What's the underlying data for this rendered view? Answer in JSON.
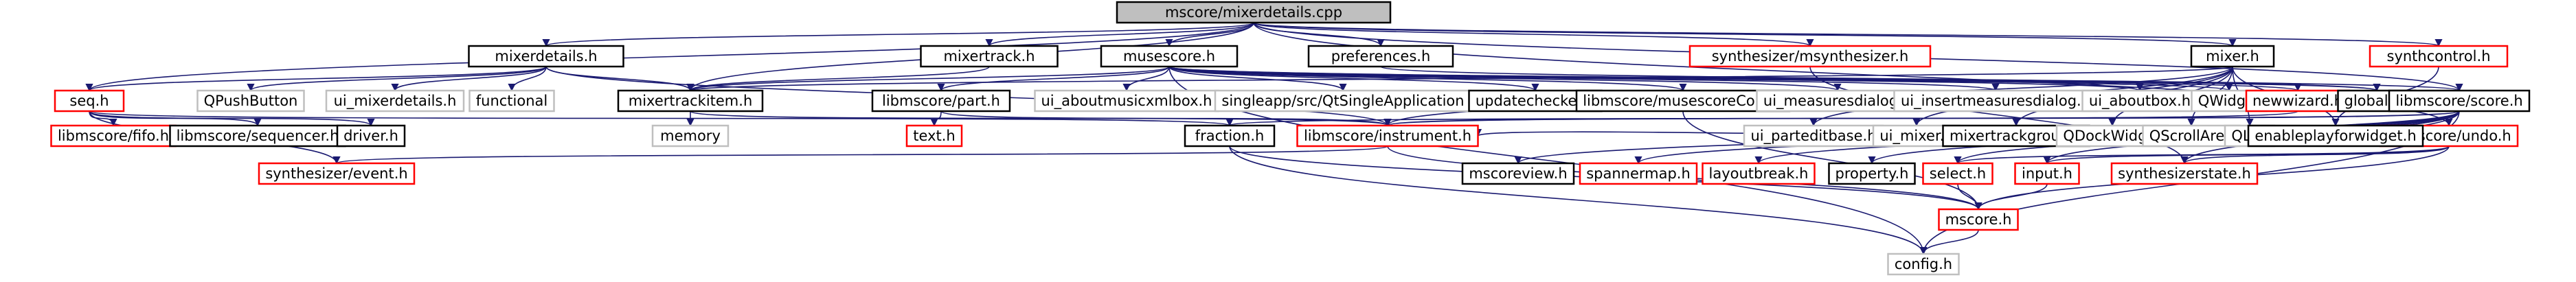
{
  "graph_title": "mscore/mixerdetails.cpp",
  "colors": {
    "root_fill": "#bfbfbf",
    "root_border": "#000000",
    "doc_border": "#000000",
    "undoc_border": "#ff0000",
    "system_border": "#bfbfbf",
    "text": "#000000",
    "edge": "#191970"
  },
  "nodes": [
    {
      "id": "root",
      "label": "mscore/mixerdetails.cpp",
      "kind": "root"
    },
    {
      "id": "mixerdetails_h",
      "label": "mixerdetails.h",
      "kind": "doc"
    },
    {
      "id": "mixertrack_h",
      "label": "mixertrack.h",
      "kind": "doc"
    },
    {
      "id": "musescore_h",
      "label": "musescore.h",
      "kind": "doc"
    },
    {
      "id": "preferences_h",
      "label": "preferences.h",
      "kind": "doc"
    },
    {
      "id": "synth_msynth_h",
      "label": "synthesizer/msynthesizer.h",
      "kind": "undoc"
    },
    {
      "id": "mixer_h",
      "label": "mixer.h",
      "kind": "doc"
    },
    {
      "id": "synthcontrol_h",
      "label": "synthcontrol.h",
      "kind": "undoc"
    },
    {
      "id": "seq_h",
      "label": "seq.h",
      "kind": "undoc"
    },
    {
      "id": "qpushbutton",
      "label": "QPushButton",
      "kind": "system"
    },
    {
      "id": "ui_mixerdetails_h",
      "label": "ui_mixerdetails.h",
      "kind": "system"
    },
    {
      "id": "functional",
      "label": "functional",
      "kind": "system"
    },
    {
      "id": "mixertrackitem_h",
      "label": "mixertrackitem.h",
      "kind": "doc"
    },
    {
      "id": "lib_part_h",
      "label": "libmscore/part.h",
      "kind": "doc"
    },
    {
      "id": "ui_aboutmusicxmlbox_h",
      "label": "ui_aboutmusicxmlbox.h",
      "kind": "system"
    },
    {
      "id": "singleapp",
      "label": "singleapp/src/QtSingleApplication",
      "kind": "system"
    },
    {
      "id": "updatechecker_h",
      "label": "updatechecker.h",
      "kind": "doc"
    },
    {
      "id": "lib_musescorecore_h",
      "label": "libmscore/musescoreCore.h",
      "kind": "doc"
    },
    {
      "id": "ui_measuresdialog_h",
      "label": "ui_measuresdialog.h",
      "kind": "system"
    },
    {
      "id": "ui_insertmeasuresdialog_h",
      "label": "ui_insertmeasuresdialog.h",
      "kind": "system"
    },
    {
      "id": "ui_aboutbox_h",
      "label": "ui_aboutbox.h",
      "kind": "system"
    },
    {
      "id": "qwidget",
      "label": "QWidget",
      "kind": "system"
    },
    {
      "id": "newwizard_h",
      "label": "newwizard.h",
      "kind": "undoc"
    },
    {
      "id": "globals_h",
      "label": "globals.h",
      "kind": "doc"
    },
    {
      "id": "lib_score_h",
      "label": "libmscore/score.h",
      "kind": "doc"
    },
    {
      "id": "lib_undo_h",
      "label": "libmscore/undo.h",
      "kind": "undoc"
    },
    {
      "id": "ui_partedit_h",
      "label": "ui_parteditbase.h",
      "kind": "system"
    },
    {
      "id": "ui_mixer_h",
      "label": "ui_mixer.h",
      "kind": "system"
    },
    {
      "id": "mixertrackgroup_h",
      "label": "mixertrackgroup.h",
      "kind": "doc"
    },
    {
      "id": "qdockwidget",
      "label": "QDockWidget",
      "kind": "system"
    },
    {
      "id": "qscrollarea",
      "label": "QScrollArea",
      "kind": "system"
    },
    {
      "id": "qlist",
      "label": "QList",
      "kind": "system"
    },
    {
      "id": "enableplay_h",
      "label": "enableplayforwidget.h",
      "kind": "doc"
    },
    {
      "id": "lib_fifo_h",
      "label": "libmscore/fifo.h",
      "kind": "undoc"
    },
    {
      "id": "lib_sequencer_h",
      "label": "libmscore/sequencer.h",
      "kind": "doc"
    },
    {
      "id": "driver_h",
      "label": "driver.h",
      "kind": "doc"
    },
    {
      "id": "memory",
      "label": "memory",
      "kind": "system"
    },
    {
      "id": "text_h",
      "label": "text.h",
      "kind": "undoc"
    },
    {
      "id": "fraction_h",
      "label": "fraction.h",
      "kind": "doc"
    },
    {
      "id": "lib_instrument_h",
      "label": "libmscore/instrument.h",
      "kind": "undoc"
    },
    {
      "id": "mscoreview_h",
      "label": "mscoreview.h",
      "kind": "doc"
    },
    {
      "id": "spannermap_h",
      "label": "spannermap.h",
      "kind": "undoc"
    },
    {
      "id": "layoutbreak_h",
      "label": "layoutbreak.h",
      "kind": "undoc"
    },
    {
      "id": "property_h",
      "label": "property.h",
      "kind": "doc"
    },
    {
      "id": "select_h",
      "label": "select.h",
      "kind": "undoc"
    },
    {
      "id": "input_h",
      "label": "input.h",
      "kind": "undoc"
    },
    {
      "id": "synthesizerstate_h",
      "label": "synthesizerstate.h",
      "kind": "undoc"
    },
    {
      "id": "synth_event_h",
      "label": "synthesizer/event.h",
      "kind": "undoc"
    },
    {
      "id": "mscore_h",
      "label": "mscore.h",
      "kind": "undoc"
    },
    {
      "id": "config_h",
      "label": "config.h",
      "kind": "system"
    }
  ],
  "edges": [
    [
      "root",
      "mixerdetails_h"
    ],
    [
      "root",
      "mixertrack_h"
    ],
    [
      "root",
      "musescore_h"
    ],
    [
      "root",
      "preferences_h"
    ],
    [
      "root",
      "synth_msynth_h"
    ],
    [
      "root",
      "mixer_h"
    ],
    [
      "root",
      "synthcontrol_h"
    ],
    [
      "root",
      "seq_h"
    ],
    [
      "root",
      "mixertrackitem_h"
    ],
    [
      "root",
      "lib_score_h"
    ],
    [
      "root",
      "lib_undo_h"
    ],
    [
      "mixerdetails_h",
      "qpushbutton"
    ],
    [
      "mixerdetails_h",
      "ui_mixerdetails_h"
    ],
    [
      "mixerdetails_h",
      "functional"
    ],
    [
      "mixerdetails_h",
      "mixertrackitem_h"
    ],
    [
      "mixerdetails_h",
      "lib_instrument_h"
    ],
    [
      "mixerdetails_h",
      "seq_h"
    ],
    [
      "mixertrack_h",
      "mixertrackitem_h"
    ],
    [
      "musescore_h",
      "lib_part_h"
    ],
    [
      "musescore_h",
      "ui_aboutmusicxmlbox_h"
    ],
    [
      "musescore_h",
      "singleapp"
    ],
    [
      "musescore_h",
      "updatechecker_h"
    ],
    [
      "musescore_h",
      "lib_musescorecore_h"
    ],
    [
      "musescore_h",
      "ui_measuresdialog_h"
    ],
    [
      "musescore_h",
      "ui_insertmeasuresdialog_h"
    ],
    [
      "musescore_h",
      "ui_aboutbox_h"
    ],
    [
      "musescore_h",
      "qwidget"
    ],
    [
      "musescore_h",
      "newwizard_h"
    ],
    [
      "musescore_h",
      "globals_h"
    ],
    [
      "musescore_h",
      "lib_score_h"
    ],
    [
      "musescore_h",
      "config_h"
    ],
    [
      "musescore_h",
      "mixertrackitem_h"
    ],
    [
      "preferences_h",
      "globals_h"
    ],
    [
      "synth_msynth_h",
      "synthesizerstate_h"
    ],
    [
      "mixer_h",
      "ui_partedit_h"
    ],
    [
      "mixer_h",
      "ui_mixer_h"
    ],
    [
      "mixer_h",
      "mixertrackgroup_h"
    ],
    [
      "mixer_h",
      "qdockwidget"
    ],
    [
      "mixer_h",
      "qscrollarea"
    ],
    [
      "mixer_h",
      "qlist"
    ],
    [
      "mixer_h",
      "enableplay_h"
    ],
    [
      "mixer_h",
      "lib_instrument_h"
    ],
    [
      "mixer_h",
      "mixertrackitem_h"
    ],
    [
      "synthcontrol_h",
      "enableplay_h"
    ],
    [
      "seq_h",
      "lib_fifo_h"
    ],
    [
      "seq_h",
      "lib_sequencer_h"
    ],
    [
      "seq_h",
      "driver_h"
    ],
    [
      "seq_h",
      "fraction_h"
    ],
    [
      "seq_h",
      "synth_event_h"
    ],
    [
      "mixertrackitem_h",
      "memory"
    ],
    [
      "mixertrackitem_h",
      "lib_instrument_h"
    ],
    [
      "lib_part_h",
      "text_h"
    ],
    [
      "lib_part_h",
      "lib_instrument_h"
    ],
    [
      "lib_musescorecore_h",
      "mscore_h"
    ],
    [
      "newwizard_h",
      "lib_instrument_h"
    ],
    [
      "lib_score_h",
      "fraction_h"
    ],
    [
      "lib_score_h",
      "lib_instrument_h"
    ],
    [
      "lib_score_h",
      "mscoreview_h"
    ],
    [
      "lib_score_h",
      "spannermap_h"
    ],
    [
      "lib_score_h",
      "layoutbreak_h"
    ],
    [
      "lib_score_h",
      "property_h"
    ],
    [
      "lib_score_h",
      "select_h"
    ],
    [
      "lib_score_h",
      "input_h"
    ],
    [
      "lib_score_h",
      "synthesizerstate_h"
    ],
    [
      "lib_score_h",
      "config_h"
    ],
    [
      "lib_undo_h",
      "select_h"
    ],
    [
      "lib_undo_h",
      "input_h"
    ],
    [
      "lib_undo_h",
      "synthesizerstate_h"
    ],
    [
      "lib_undo_h",
      "mscore_h"
    ],
    [
      "lib_undo_h",
      "lib_instrument_h"
    ],
    [
      "fraction_h",
      "mscore_h"
    ],
    [
      "fraction_h",
      "config_h"
    ],
    [
      "lib_instrument_h",
      "synth_event_h"
    ],
    [
      "lib_instrument_h",
      "mscore_h"
    ],
    [
      "select_h",
      "mscore_h"
    ],
    [
      "input_h",
      "mscore_h"
    ],
    [
      "mscore_h",
      "config_h"
    ]
  ]
}
